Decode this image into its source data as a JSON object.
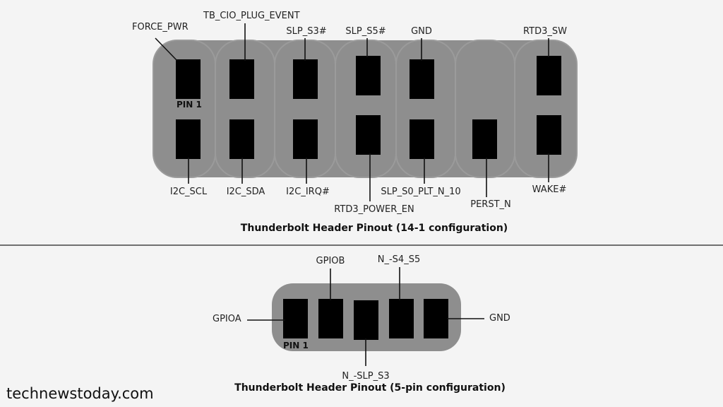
{
  "header14": {
    "title": "Thunderbolt Header Pinout (14-1 configuration)",
    "pin1_label": "PIN 1",
    "top_labels": [
      "FORCE_PWR",
      "TB_CIO_PLUG_EVENT",
      "SLP_S3#",
      "SLP_S5#",
      "GND",
      "RTD3_SW"
    ],
    "bottom_labels": [
      "I2C_SCL",
      "I2C_SDA",
      "I2C_IRQ#",
      "RTD3_POWER_EN",
      "SLP_S0_PLT_N_10",
      "PERST_N",
      "WAKE#"
    ]
  },
  "header5": {
    "title": "Thunderbolt Header Pinout (5-pin configuration)",
    "pin1_label": "PIN 1",
    "labels": [
      "GPIOA",
      "GPIOB",
      "N_-SLP_S3",
      "N_-S4_S5",
      "GND"
    ]
  },
  "brand": "technewstoday.com",
  "colors": {
    "background": "#f4f4f4",
    "housing": "#8e8e8e",
    "pin": "#000000",
    "divider": "#444444"
  }
}
